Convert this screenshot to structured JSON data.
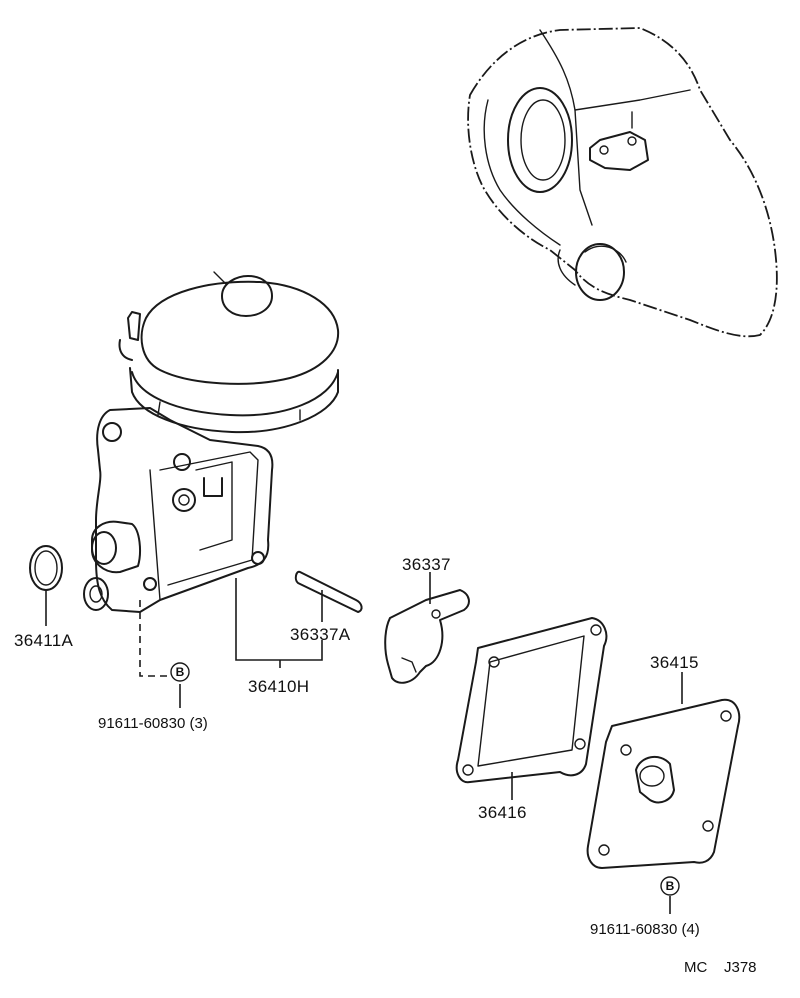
{
  "diagram": {
    "parts": {
      "o_ring": "36411A",
      "pin": "36337A",
      "lever": "36337",
      "pump_assembly": "36410H",
      "gasket": "36416",
      "cover": "36415"
    },
    "bolts": {
      "symbol": "B",
      "bolt_left": "91611-60830 (3)",
      "bolt_right": "91611-60830 (4)"
    },
    "figure_code": {
      "prefix": "MC",
      "code": "J378"
    }
  }
}
